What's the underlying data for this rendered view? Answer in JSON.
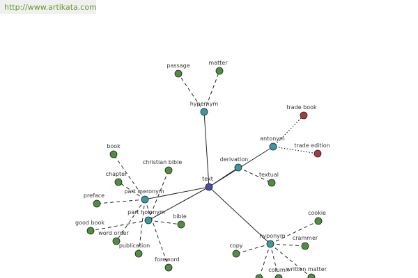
{
  "url": "http://www.artikata.com",
  "colors": {
    "center": "#4a4aa8",
    "relation": "#3a9aa0",
    "word": "#4f8f3f",
    "antonym_word": "#a83a3a",
    "edge": "#222222",
    "url": "#5a9a2a"
  },
  "graph": {
    "center": {
      "id": "text",
      "label": "text"
    },
    "relations": [
      {
        "id": "hypernym",
        "label": "hypernym"
      },
      {
        "id": "derivation",
        "label": "derivation"
      },
      {
        "id": "antonym",
        "label": "antonym"
      },
      {
        "id": "part-meronym",
        "label": "part meronym"
      },
      {
        "id": "part-holonym",
        "label": "part holonym"
      },
      {
        "id": "hyponym",
        "label": "hyponym"
      }
    ],
    "words": [
      {
        "id": "passage",
        "label": "passage",
        "parent": "hypernym"
      },
      {
        "id": "matter",
        "label": "matter",
        "parent": "hypernym"
      },
      {
        "id": "textual",
        "label": "textual",
        "parent": "derivation"
      },
      {
        "id": "trade-book",
        "label": "trade book",
        "parent": "antonym"
      },
      {
        "id": "trade-edition",
        "label": "trade edition",
        "parent": "antonym"
      },
      {
        "id": "book",
        "label": "book",
        "parent": "part-meronym"
      },
      {
        "id": "chapter",
        "label": "chapter",
        "parent": "part-meronym"
      },
      {
        "id": "christian-bible",
        "label": "christian bible",
        "parent": "part-holonym"
      },
      {
        "id": "preface",
        "label": "preface",
        "parent": "part-meronym"
      },
      {
        "id": "good-book",
        "label": "good book",
        "parent": "part-holonym"
      },
      {
        "id": "word-order",
        "label": "word order",
        "parent": "part-meronym"
      },
      {
        "id": "bible",
        "label": "bible",
        "parent": "part-holonym"
      },
      {
        "id": "publication",
        "label": "publication",
        "parent": "part-meronym"
      },
      {
        "id": "foreword",
        "label": "foreword",
        "parent": "part-meronym"
      },
      {
        "id": "cookie",
        "label": "cookie",
        "parent": "hyponym"
      },
      {
        "id": "crammer",
        "label": "crammer",
        "parent": "hyponym"
      },
      {
        "id": "copy",
        "label": "copy",
        "parent": "hyponym"
      },
      {
        "id": "column",
        "label": "column",
        "parent": "hyponym"
      },
      {
        "id": "written-matter",
        "label": "written matter",
        "parent": "hyponym"
      },
      {
        "id": "offscreen-1",
        "label": "",
        "parent": "hyponym"
      }
    ]
  }
}
